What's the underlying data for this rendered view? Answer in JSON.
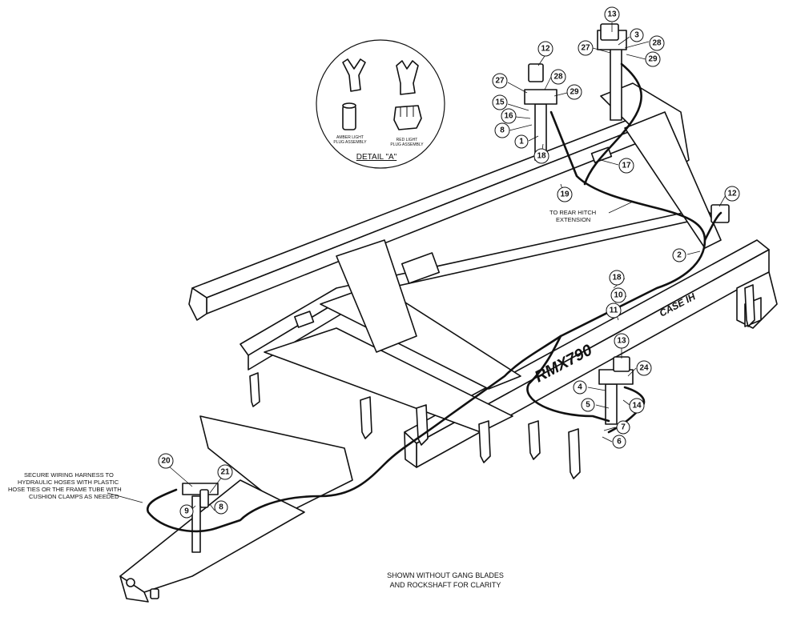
{
  "detail": {
    "title": "DETAIL \"A\"",
    "amber_caption_1": "AMBER LIGHT",
    "amber_caption_2": "PLUG ASSEMBLY",
    "red_caption_1": "RED LIGHT",
    "red_caption_2": "PLUG ASSEMBLY"
  },
  "notes": {
    "rear_hitch_1": "TO REAR HITCH",
    "rear_hitch_2": "EXTENSION",
    "secure_1": "SECURE WIRING HARNESS TO",
    "secure_2": "HYDRAULIC HOSES WITH PLASTIC",
    "secure_3": "HOSE TIES OR THE FRAME TUBE WITH",
    "secure_4": "CUSHION CLAMPS AS NEEDED",
    "clarity_1": "SHOWN WITHOUT GANG BLADES",
    "clarity_2": "AND ROCKSHAFT FOR CLARITY"
  },
  "branding": {
    "model": "RMX790",
    "make": "CASE IH"
  },
  "callouts": [
    {
      "id": "c13a",
      "label": "13"
    },
    {
      "id": "c3",
      "label": "3"
    },
    {
      "id": "c28a",
      "label": "28"
    },
    {
      "id": "c27a",
      "label": "27"
    },
    {
      "id": "c29a",
      "label": "29"
    },
    {
      "id": "c12a",
      "label": "12"
    },
    {
      "id": "c27b",
      "label": "27"
    },
    {
      "id": "c28b",
      "label": "28"
    },
    {
      "id": "c29b",
      "label": "29"
    },
    {
      "id": "c15",
      "label": "15"
    },
    {
      "id": "c16",
      "label": "16"
    },
    {
      "id": "c8a",
      "label": "8"
    },
    {
      "id": "c1",
      "label": "1"
    },
    {
      "id": "c18a",
      "label": "18"
    },
    {
      "id": "c17",
      "label": "17"
    },
    {
      "id": "c19",
      "label": "19"
    },
    {
      "id": "c12b",
      "label": "12"
    },
    {
      "id": "c2",
      "label": "2"
    },
    {
      "id": "c18b",
      "label": "18"
    },
    {
      "id": "c10",
      "label": "10"
    },
    {
      "id": "c11",
      "label": "11"
    },
    {
      "id": "c13b",
      "label": "13"
    },
    {
      "id": "c24",
      "label": "24"
    },
    {
      "id": "c4",
      "label": "4"
    },
    {
      "id": "c5",
      "label": "5"
    },
    {
      "id": "c14",
      "label": "14"
    },
    {
      "id": "c7",
      "label": "7"
    },
    {
      "id": "c6",
      "label": "6"
    },
    {
      "id": "c20",
      "label": "20"
    },
    {
      "id": "c21",
      "label": "21"
    },
    {
      "id": "c9",
      "label": "9"
    },
    {
      "id": "c8b",
      "label": "8"
    }
  ]
}
